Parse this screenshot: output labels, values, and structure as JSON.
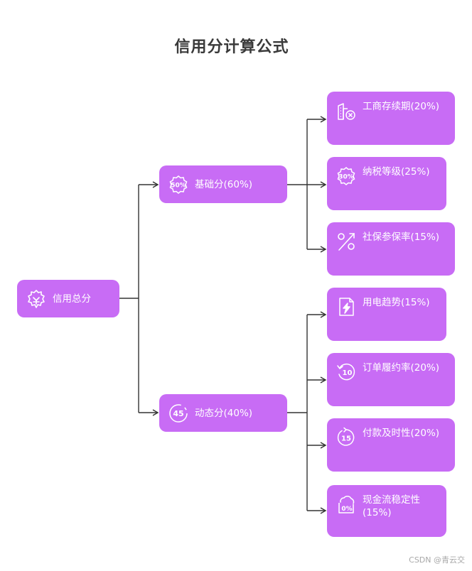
{
  "title": "信用分计算公式",
  "root": {
    "label": "信用总分",
    "icon": "credit-badge-icon"
  },
  "branches": [
    {
      "label": "基础分(60%)",
      "icon": "50-percent-badge-icon",
      "badge_text": "50%",
      "children": [
        {
          "label": "工商存续期(20%)",
          "icon": "business-building-icon"
        },
        {
          "label": "纳税等级(25%)",
          "icon": "30-percent-badge-icon",
          "badge_text": "30%"
        },
        {
          "label": "社保参保率(15%)",
          "icon": "percent-icon"
        }
      ]
    },
    {
      "label": "动态分(40%)",
      "icon": "45-timer-icon",
      "badge_text": "45",
      "children": [
        {
          "label": "用电趋势(15%)",
          "icon": "energy-report-icon"
        },
        {
          "label": "订单履约率(20%)",
          "icon": "replay-10-icon",
          "badge_text": "10"
        },
        {
          "label": "付款及时性(20%)",
          "icon": "timer-15-icon",
          "badge_text": "15"
        },
        {
          "label": "现金流稳定性(15%)",
          "icon": "cash-zero-percent-icon",
          "badge_text": "0%"
        }
      ]
    }
  ],
  "watermark": "CSDN @青云交",
  "colors": {
    "node": "#c86cf5",
    "edge": "#333333",
    "title": "#3a3a3a"
  }
}
